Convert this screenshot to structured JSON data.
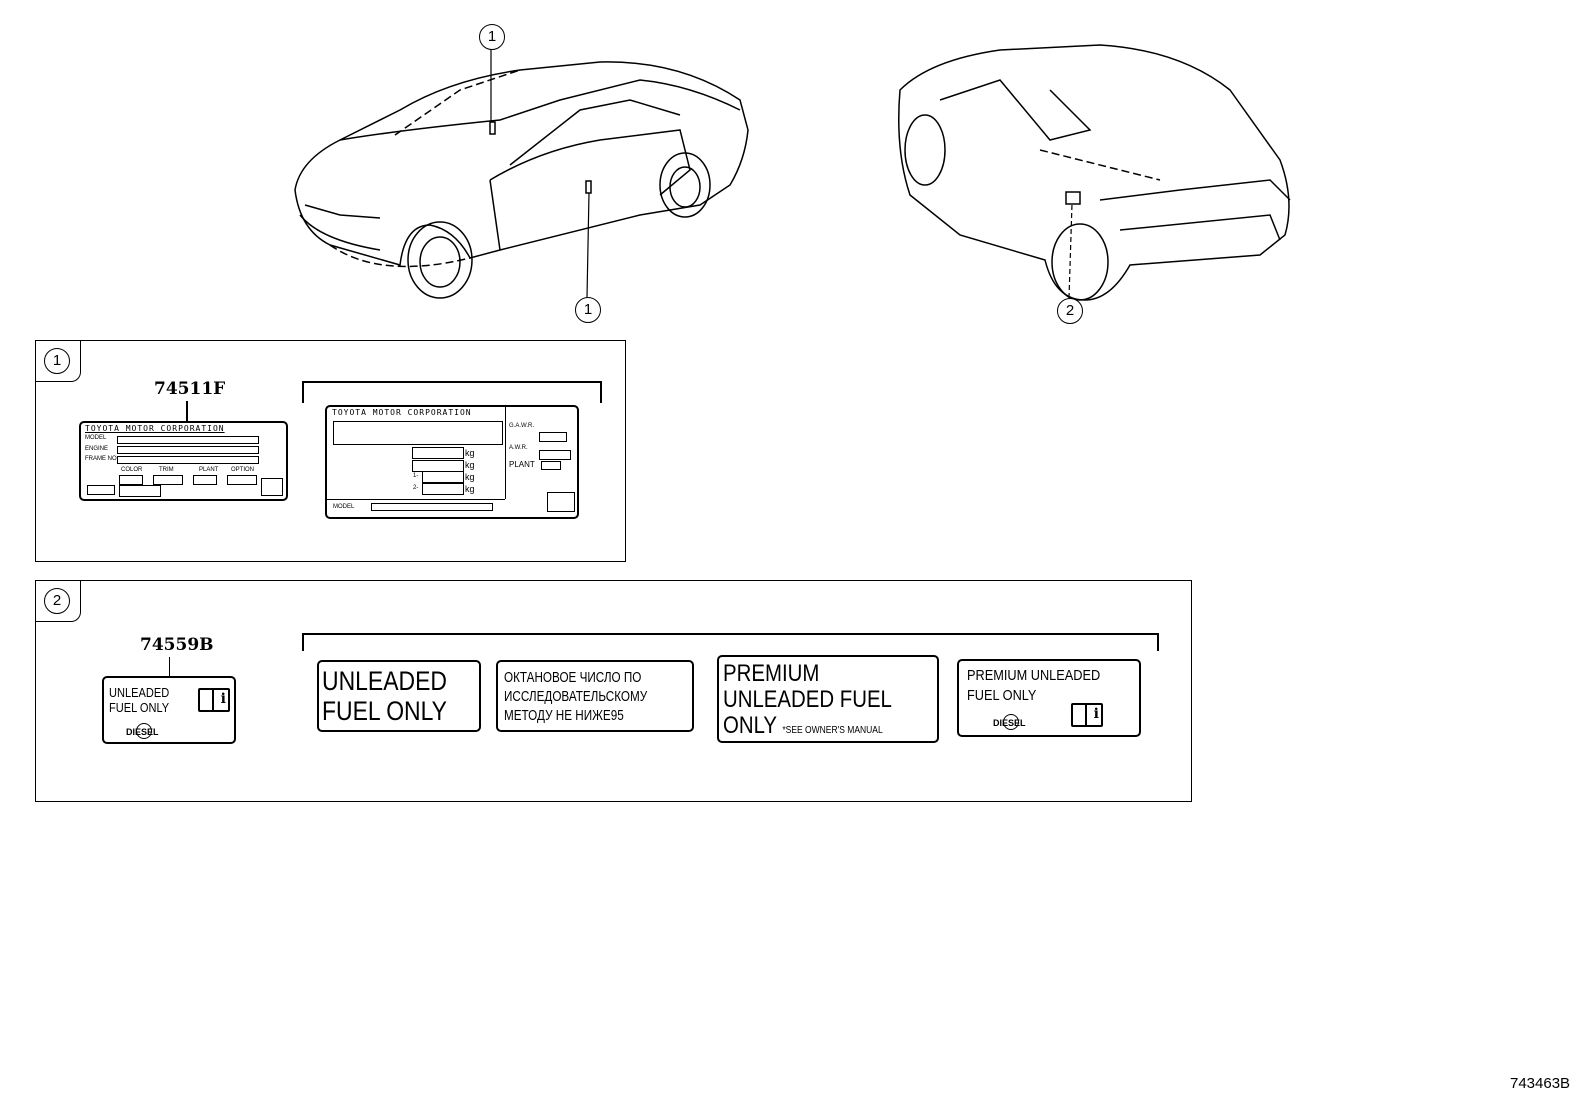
{
  "diagram_id": "743463B",
  "callouts": {
    "front_top": "1",
    "front_side": "1",
    "rear_fuel": "2"
  },
  "panel1": {
    "tab": "1",
    "part_number": "74511F",
    "label_a": {
      "title": "TOYOTA MOTOR CORPORATION",
      "rows": [
        "MODEL",
        "ENGINE",
        "FRAME NO"
      ],
      "columns": [
        "COLOR",
        "TRIM",
        "PLANT",
        "OPTION"
      ]
    },
    "label_b": {
      "title": "TOYOTA MOTOR CORPORATION",
      "units": [
        "kg",
        "kg",
        "kg",
        "kg"
      ],
      "axle": [
        "1-",
        "2-"
      ],
      "side": [
        "G.A.W.R.",
        "A.W.R.",
        "PLANT"
      ],
      "footer": "MODEL"
    }
  },
  "panel2": {
    "tab": "2",
    "part_number": "74559B",
    "main_label": {
      "line1": "UNLEADED",
      "line2": "FUEL ONLY",
      "diesel": "DIESEL"
    },
    "variants": [
      {
        "line1": "UNLEADED",
        "line2": "FUEL ONLY"
      },
      {
        "line1": "ОКТАНОВОЕ ЧИСЛО ПО",
        "line2": "ИССЛЕДОВАТЕЛЬСКОМУ",
        "line3": "МЕТОДУ НЕ НИЖЕ95"
      },
      {
        "line1": "PREMIUM",
        "line2": "UNLEADED FUEL",
        "line3": "ONLY",
        "note": "*SEE OWNER'S MANUAL"
      },
      {
        "line1": "PREMIUM UNLEADED",
        "line2": "FUEL ONLY",
        "diesel": "DIESEL"
      }
    ]
  }
}
